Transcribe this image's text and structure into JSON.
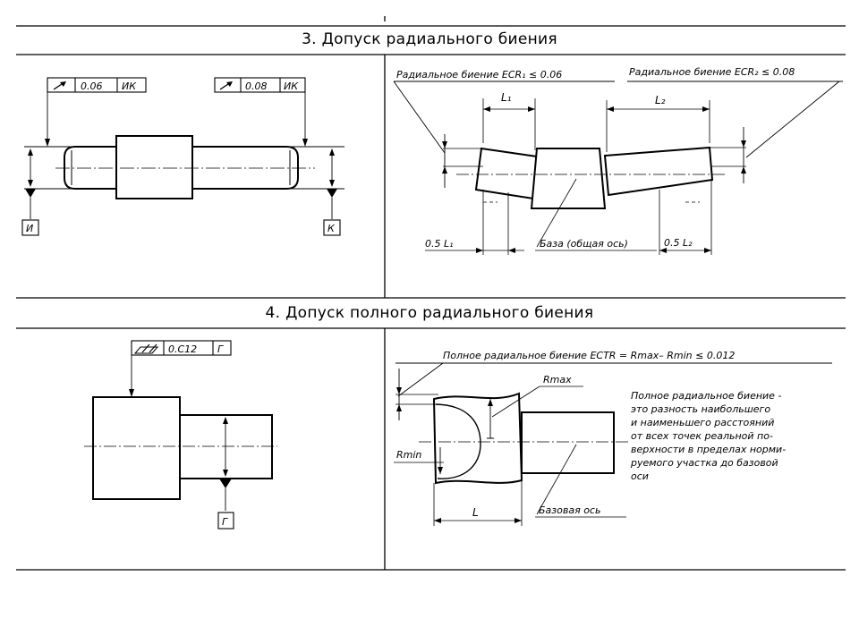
{
  "section3": {
    "title": "3. Допуск радиального биения",
    "left": {
      "frame_left": {
        "symbol": "radial-runout-arrow",
        "value": "0.06",
        "datum": "ИК"
      },
      "frame_right": {
        "symbol": "radial-runout-arrow",
        "value": "0.08",
        "datum": "ИК"
      },
      "datum_left": "И",
      "datum_right": "К"
    },
    "right": {
      "label_ecr1": "Радиальное биение ECR₁ ≤ 0.06",
      "label_ecr2": "Радиальное биение ECR₂ ≤ 0.08",
      "dim_l1": "L₁",
      "dim_l2": "L₂",
      "dim_half_l1": "0.5 L₁",
      "dim_half_l2": "0.5 L₂",
      "base_label": "База (общая ось)"
    }
  },
  "section4": {
    "title": "4. Допуск полного радиального биения",
    "left": {
      "frame": {
        "symbol": "total-runout-arrows",
        "value": "0.С12",
        "datum": "Г"
      },
      "datum": "Г"
    },
    "right": {
      "label_ectr": "Полное радиальное биение ECTR = Rmax– Rmin ≤ 0.012",
      "rmax": "Rmax",
      "rmin": "Rmin",
      "dim_l": "L",
      "base_axis": "Базовая ось",
      "definition": [
        "Полное радиальное биение -",
        "это разность наибольшего",
        "и наименьшего расстояний",
        "от всех точек реальной по-",
        "верхности в пределах норми-",
        "руемого участка до базовой",
        "оси"
      ]
    }
  }
}
